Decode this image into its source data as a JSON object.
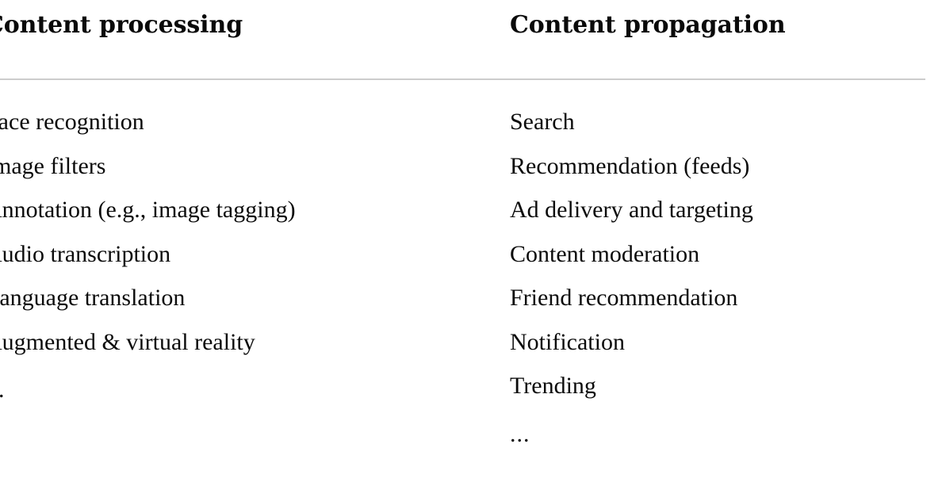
{
  "slide": {
    "background_color": "#ffffff",
    "text_color": "#0b0b0b",
    "divider_color": "#cccccc"
  },
  "columns": [
    {
      "id": "content-processing",
      "header": "Content processing",
      "clipped_at_left_edge": true,
      "items": [
        "Face recognition",
        "Image filters",
        "Annotation (e.g., image tagging)",
        "Audio transcription",
        "Language translation",
        "Augmented & virtual reality",
        "..."
      ]
    },
    {
      "id": "content-propagation",
      "header": "Content propagation",
      "clipped_at_left_edge": false,
      "items": [
        "Search",
        "Recommendation (feeds)",
        "Ad delivery and targeting",
        "Content moderation",
        "Friend recommendation",
        "Notification",
        "Trending",
        "..."
      ]
    }
  ]
}
